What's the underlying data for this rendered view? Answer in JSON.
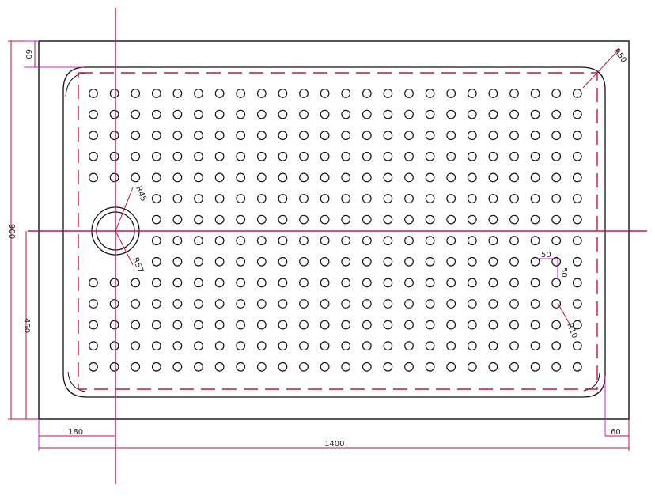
{
  "drawing": {
    "dimensions": {
      "total_width": "1400",
      "total_height": "900",
      "waste_offset_x": "180",
      "waste_offset_y": "450",
      "margin_top": "60",
      "margin_right": "60",
      "hole_pitch_x": "50",
      "hole_pitch_y": "50",
      "hole_radius": "R10",
      "corner_radius": "R50",
      "waste_inner_radius": "R45",
      "waste_outer_radius": "R57"
    },
    "grid": {
      "columns": 24,
      "rows": 14,
      "waste_cleared_rows": [
        5,
        6,
        7,
        8
      ],
      "waste_cleared_columns": 3
    },
    "colors": {
      "outline": "#111111",
      "dimension_line": "#cc1122",
      "centerline": "#cc1155",
      "extension_line": "#cc22cc"
    }
  }
}
